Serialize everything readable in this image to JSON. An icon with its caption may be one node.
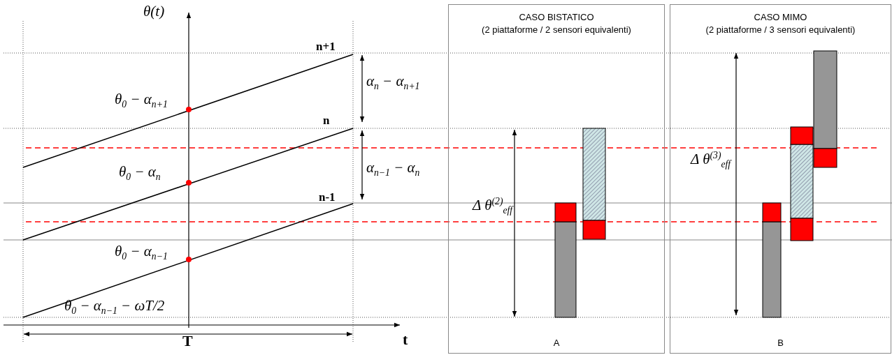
{
  "diagram": {
    "nodes": [
      {
        "text": [
          "CASO BISTATICO",
          "(2 piattaforme / 2 sensori equivalenti)",
          "A"
        ]
      },
      {
        "text": [
          "CASO MIMO",
          "(2 piattaforme / 3 sensori equivalenti)",
          "B"
        ]
      }
    ],
    "edges": [],
    "labels": [
      "θ(t)",
      "n+1",
      "α$_{n}$ − α$_{n+1}$",
      "θ$_{0}$ − α$_{n+1}$",
      "n",
      "α$_{n−1}$ − α$_{n}$",
      "θ$_{0}$ − α$_{n}$",
      "n-1",
      "θ$_{0}$ − α$_{n−1}$",
      "θ$_{0}$ − α$_{n−1}$ − ωT/2",
      "T",
      "t",
      "Δ θ$^{(3)}$$_{eff}$",
      "Δ θ$^{(2)}$$_{eff}$"
    ]
  }
}
